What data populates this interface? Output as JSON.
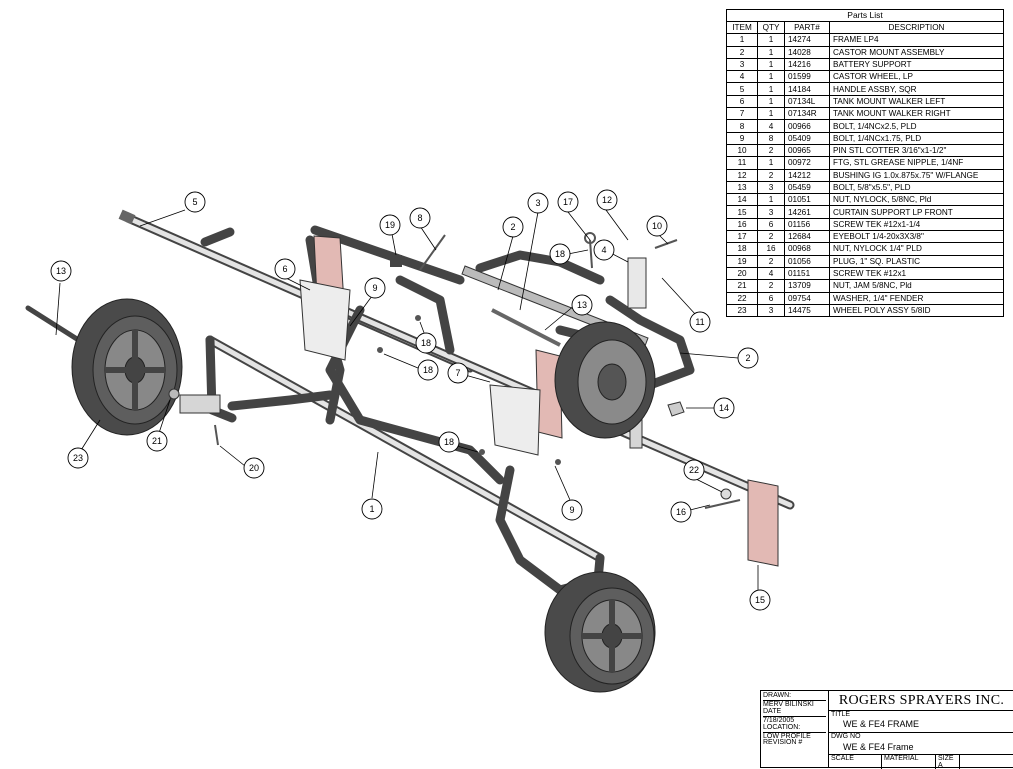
{
  "parts_list": {
    "title": "Parts List",
    "headers": [
      "ITEM",
      "QTY",
      "PART#",
      "DESCRIPTION"
    ],
    "rows": [
      [
        "1",
        "1",
        "14274",
        "FRAME LP4"
      ],
      [
        "2",
        "1",
        "14028",
        "CASTOR MOUNT ASSEMBLY"
      ],
      [
        "3",
        "1",
        "14216",
        "BATTERY SUPPORT"
      ],
      [
        "4",
        "1",
        "01599",
        "CASTOR WHEEL, LP"
      ],
      [
        "5",
        "1",
        "14184",
        "HANDLE ASSBY, SQR"
      ],
      [
        "6",
        "1",
        "07134L",
        "TANK MOUNT WALKER LEFT"
      ],
      [
        "7",
        "1",
        "07134R",
        "TANK MOUNT WALKER RIGHT"
      ],
      [
        "8",
        "4",
        "00966",
        "BOLT, 1/4NCx2.5, PLD"
      ],
      [
        "9",
        "8",
        "05409",
        "BOLT, 1/4NCx1.75, PLD"
      ],
      [
        "10",
        "2",
        "00965",
        "PIN STL COTTER 3/16\"x1-1/2\""
      ],
      [
        "11",
        "1",
        "00972",
        "FTG, STL GREASE NIPPLE, 1/4NF"
      ],
      [
        "12",
        "2",
        "14212",
        "BUSHING IG 1.0x.875x.75\" W/FLANGE"
      ],
      [
        "13",
        "3",
        "05459",
        "BOLT, 5/8\"x5.5\", PLD"
      ],
      [
        "14",
        "1",
        "01051",
        "NUT, NYLOCK, 5/8NC, Pld"
      ],
      [
        "15",
        "3",
        "14261",
        "CURTAIN SUPPORT LP FRONT"
      ],
      [
        "16",
        "6",
        "01156",
        "SCREW TEK #12x1-1/4"
      ],
      [
        "17",
        "2",
        "12684",
        "EYEBOLT 1/4-20x3X3/8\""
      ],
      [
        "18",
        "16",
        "00968",
        "NUT, NYLOCK 1/4\" PLD"
      ],
      [
        "19",
        "2",
        "01056",
        "PLUG, 1\" SQ. PLASTIC"
      ],
      [
        "20",
        "4",
        "01151",
        "SCREW TEK #12x1"
      ],
      [
        "21",
        "2",
        "13709",
        "NUT, JAM 5/8NC, Pld"
      ],
      [
        "22",
        "6",
        "09754",
        "WASHER, 1/4\" FENDER"
      ],
      [
        "23",
        "3",
        "14475",
        "WHEEL POLY ASSY 5/8ID"
      ]
    ]
  },
  "balloons": [
    "1",
    "2",
    "3",
    "4",
    "5",
    "6",
    "7",
    "8",
    "9",
    "9",
    "10",
    "11",
    "12",
    "13",
    "13",
    "14",
    "15",
    "16",
    "17",
    "18",
    "18",
    "18",
    "19",
    "20",
    "21",
    "22",
    "23"
  ],
  "title_block": {
    "drawn_label": "DRAWN:",
    "drawn_by": "MERV BILINSKI",
    "date_label": "DATE",
    "date": "7/18/2005",
    "location_label": "LOCATION:",
    "location": "LOW PROFILE",
    "revision_label": "REVISION #",
    "company": "ROGERS SPRAYERS INC.",
    "title_label": "TITLE",
    "title": "WE & FE4 FRAME",
    "dwg_label": "DWG NO",
    "dwg_no": "WE & FE4 Frame",
    "scale_label": "SCALE",
    "material_label": "MATERIAL",
    "size_label": "SIZE",
    "size": "A"
  },
  "colors": {
    "plate": "#e2b9b4",
    "tube": "#444444",
    "tire": "#4a4a4a"
  }
}
